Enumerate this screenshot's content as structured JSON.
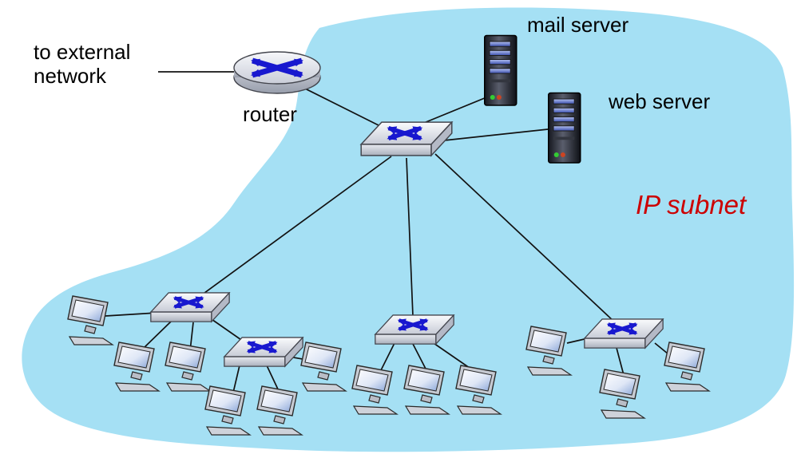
{
  "labels": {
    "to_external_line1": "to external",
    "to_external_line2": "network",
    "router": "router",
    "mail_server": "mail server",
    "web_server": "web server",
    "ip_subnet": "IP subnet"
  },
  "colors": {
    "subnet_fill": "#a5e0f4",
    "subnet_label_red": "#cc0000",
    "device_arrow_blue": "#1818cf",
    "link_black": "#121212"
  },
  "icons": {
    "router": "router-icon",
    "switch": "switch-icon",
    "host": "pc-icon",
    "server": "server-icon"
  },
  "inventory": {
    "routers": 1,
    "switches": 5,
    "hosts": 12,
    "servers": 2
  }
}
